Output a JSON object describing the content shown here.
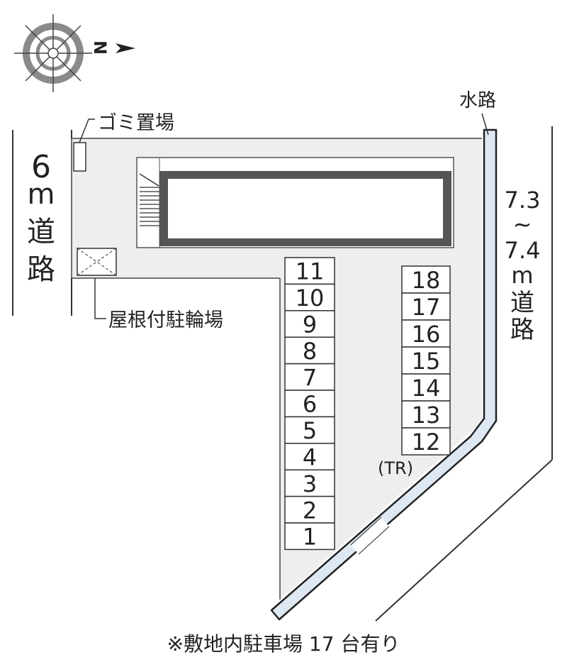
{
  "compass": {
    "north_letter": "N"
  },
  "labels": {
    "garbage": "ゴミ置場",
    "road_west_num": "6",
    "road_west_unit": "m",
    "road_west_1": "道",
    "road_west_2": "路",
    "bicycle": "屋根付駐輪場",
    "waterway": "水路",
    "road_east_1": "7.3",
    "road_east_2": "~",
    "road_east_3": "7.4",
    "road_east_4": "m",
    "road_east_5": "道",
    "road_east_6": "路",
    "transformer": "(TR)",
    "footer": "※敷地内駐車場 17 台有り"
  },
  "parking_left": [
    "11",
    "10",
    "9",
    "8",
    "7",
    "6",
    "5",
    "4",
    "3",
    "2",
    "1"
  ],
  "parking_right": [
    "18",
    "17",
    "16",
    "15",
    "14",
    "13",
    "12"
  ],
  "colors": {
    "lot_fill": "#eeeeee",
    "water_fill": "#dde8f3",
    "building_frame": "#444444",
    "line": "#333333",
    "compass_ring": "#8a8a8a"
  }
}
